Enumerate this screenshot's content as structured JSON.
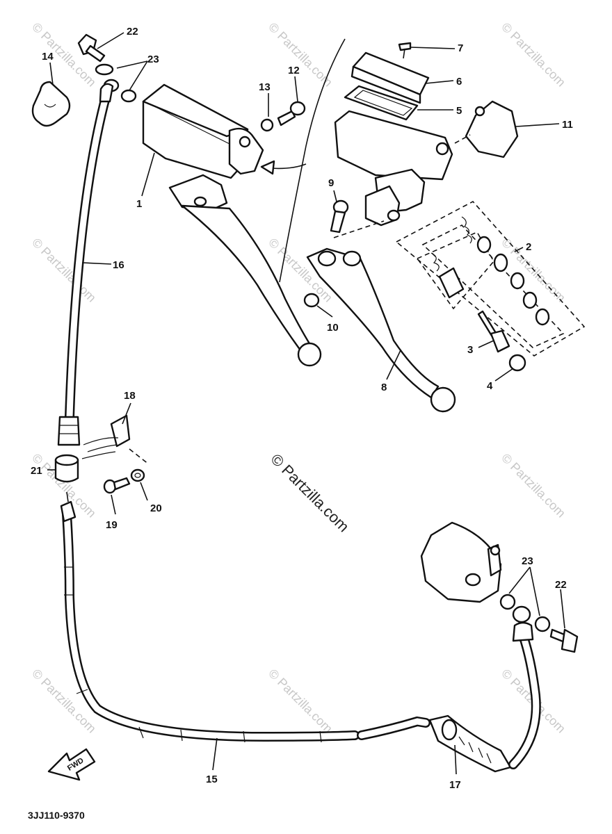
{
  "diagram": {
    "watermark_text": "© Partzilla.com",
    "diagram_code": "3JJ110-9370",
    "front_arrow_label": "FWD",
    "callouts": {
      "c1": "1",
      "c2": "2",
      "c3": "3",
      "c4": "4",
      "c5": "5",
      "c6": "6",
      "c7": "7",
      "c8": "8",
      "c9": "9",
      "c10": "10",
      "c11": "11",
      "c12": "12",
      "c13": "13",
      "c14": "14",
      "c15": "15",
      "c16": "16",
      "c17": "17",
      "c18": "18",
      "c19": "19",
      "c20": "20",
      "c21": "21",
      "c22a": "22",
      "c22b": "22",
      "c23a": "23",
      "c23b": "23"
    }
  }
}
